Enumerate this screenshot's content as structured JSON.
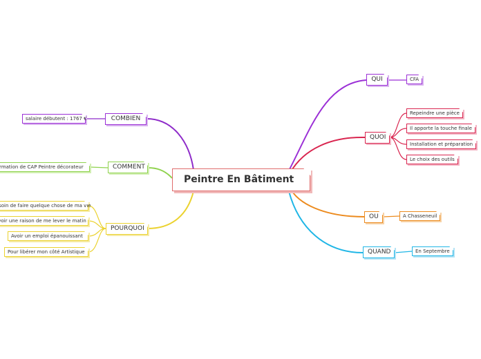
{
  "central": "Peintre En Bâtiment",
  "branches": {
    "qui": {
      "label": "QUI",
      "color": "#9b2fd6",
      "items": [
        "CFA"
      ]
    },
    "quoi": {
      "label": "QUOI",
      "color": "#d9254f",
      "items": [
        "Repeindre une pièce",
        "Il apporte la touche finale",
        "Installation et préparation",
        "Le choix des outils"
      ]
    },
    "ou": {
      "label": "OU",
      "color": "#ec8a1d",
      "items": [
        "A Chasseneuil"
      ]
    },
    "quand": {
      "label": "QUAND",
      "color": "#1fb6e6",
      "items": [
        "En Septembre"
      ]
    },
    "combien": {
      "label": "COMBIEN",
      "color": "#8e2bc9",
      "items": [
        "salaire débutent : 1767 €"
      ]
    },
    "comment": {
      "label": "COMMENT",
      "color": "#8fd24d",
      "items": [
        "Formation de CAP Peintre décorateur"
      ]
    },
    "pourquoi": {
      "label": "POURQUOI",
      "color": "#ebd22f",
      "items": [
        "Besoin de faire quelque chose de ma vie",
        "Avoir une raison de me lever le matin",
        "Avoir un emploi épanouissant",
        "Pour libérer mon côté Artistique"
      ]
    }
  }
}
